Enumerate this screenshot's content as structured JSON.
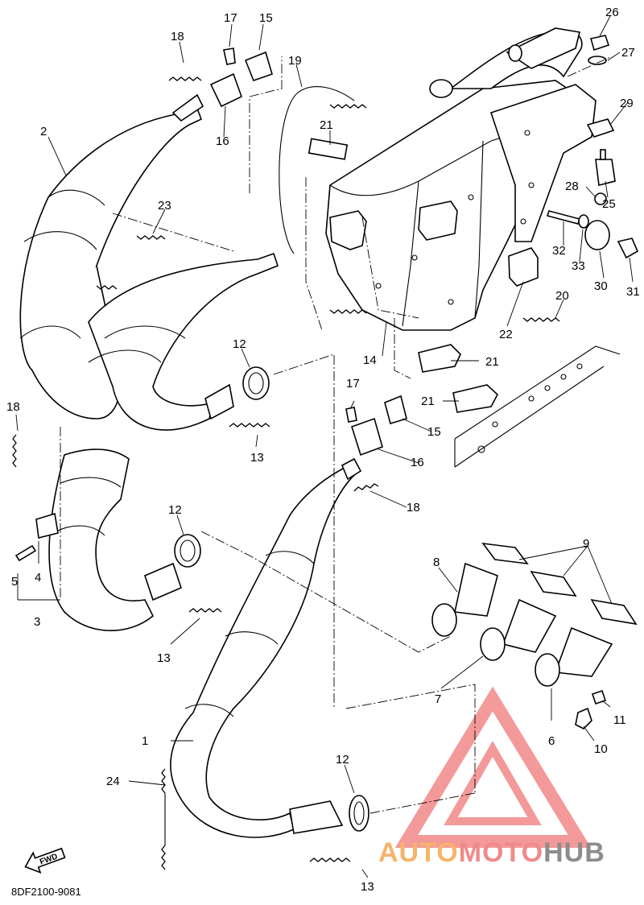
{
  "labels": [
    {
      "id": "1",
      "text": "1"
    },
    {
      "id": "2",
      "text": "2"
    },
    {
      "id": "3",
      "text": "3"
    },
    {
      "id": "4",
      "text": "4"
    },
    {
      "id": "5",
      "text": "5"
    },
    {
      "id": "6",
      "text": "6"
    },
    {
      "id": "7",
      "text": "7"
    },
    {
      "id": "8",
      "text": "8"
    },
    {
      "id": "9",
      "text": "9"
    },
    {
      "id": "10",
      "text": "10"
    },
    {
      "id": "11",
      "text": "11"
    },
    {
      "id": "12a",
      "text": "12"
    },
    {
      "id": "12b",
      "text": "12"
    },
    {
      "id": "12c",
      "text": "12"
    },
    {
      "id": "13a",
      "text": "13"
    },
    {
      "id": "13b",
      "text": "13"
    },
    {
      "id": "13c",
      "text": "13"
    },
    {
      "id": "14",
      "text": "14"
    },
    {
      "id": "15a",
      "text": "15"
    },
    {
      "id": "15b",
      "text": "15"
    },
    {
      "id": "16a",
      "text": "16"
    },
    {
      "id": "16b",
      "text": "16"
    },
    {
      "id": "17a",
      "text": "17"
    },
    {
      "id": "17b",
      "text": "17"
    },
    {
      "id": "18a",
      "text": "18"
    },
    {
      "id": "18b",
      "text": "18"
    },
    {
      "id": "18c",
      "text": "18"
    },
    {
      "id": "19",
      "text": "19"
    },
    {
      "id": "20",
      "text": "20"
    },
    {
      "id": "21a",
      "text": "21"
    },
    {
      "id": "21b",
      "text": "21"
    },
    {
      "id": "21c",
      "text": "21"
    },
    {
      "id": "22",
      "text": "22"
    },
    {
      "id": "23",
      "text": "23"
    },
    {
      "id": "24",
      "text": "24"
    },
    {
      "id": "25",
      "text": "25"
    },
    {
      "id": "26",
      "text": "26"
    },
    {
      "id": "27",
      "text": "27"
    },
    {
      "id": "28",
      "text": "28"
    },
    {
      "id": "29",
      "text": "29"
    },
    {
      "id": "30",
      "text": "30"
    },
    {
      "id": "31",
      "text": "31"
    },
    {
      "id": "32",
      "text": "32"
    },
    {
      "id": "33",
      "text": "33"
    }
  ],
  "fwd_text": "FWD",
  "drawing_code": "8DF2100-9081",
  "brand": {
    "part1": "AUTO",
    "part2": "MOTO",
    "part3": "HUB"
  },
  "colors": {
    "line": "#000000",
    "logo": "#f07878",
    "brand_orange": "#f6b36a",
    "brand_red": "#f08a8a",
    "brand_grey": "#8c8c8c"
  }
}
